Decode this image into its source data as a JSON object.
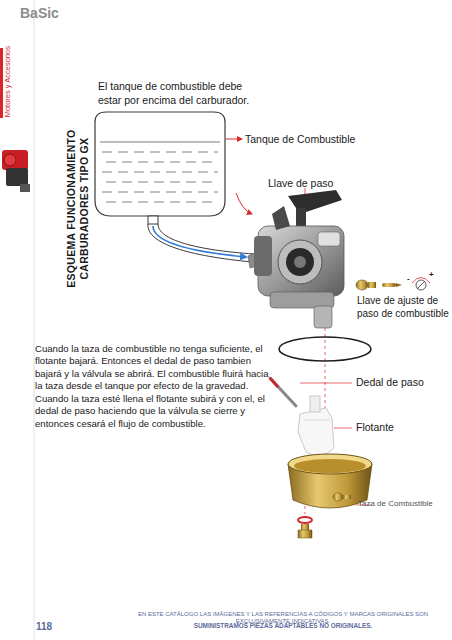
{
  "diagram": {
    "title": "ESQUEMA FUNCIONAMIENTO CARBURADORES TIPO GX",
    "labels": [
      "BaSic",
      "Motores y Accesorios",
      "El tanque de combustible debe estar por encima del carburador.",
      "Tanque de Combustible",
      "Llave de paso",
      "-",
      "+",
      "Llave de ajuste de paso de combustible",
      "Dedal de paso",
      "Flotante",
      "Taza de Combustible",
      "Cuando la taza de combustible no tenga suficiente, el flotante bajará. Entonces el dedal de paso tambien bajará y la válvula se abrirá. El combustible fluirá hacia la taza desde el tanque por efecto de la gravedad. Cuando la taza esté llena el flotante subirá y con el, el dedal de paso haciendo que la válvula se cierre y entonces cesará el flujo de combustible.",
      "118",
      "EN ESTE CATÁLOGO LAS IMÁGENES Y LAS REFERENCIAS A CÓDIGOS Y MARCAS ORIGINALES SON EXCLUSIVAMENTE INDICATIVAS.",
      "SUMINISTRAMOS PIEZAS ADAPTABLES NO ORIGINALES."
    ]
  }
}
